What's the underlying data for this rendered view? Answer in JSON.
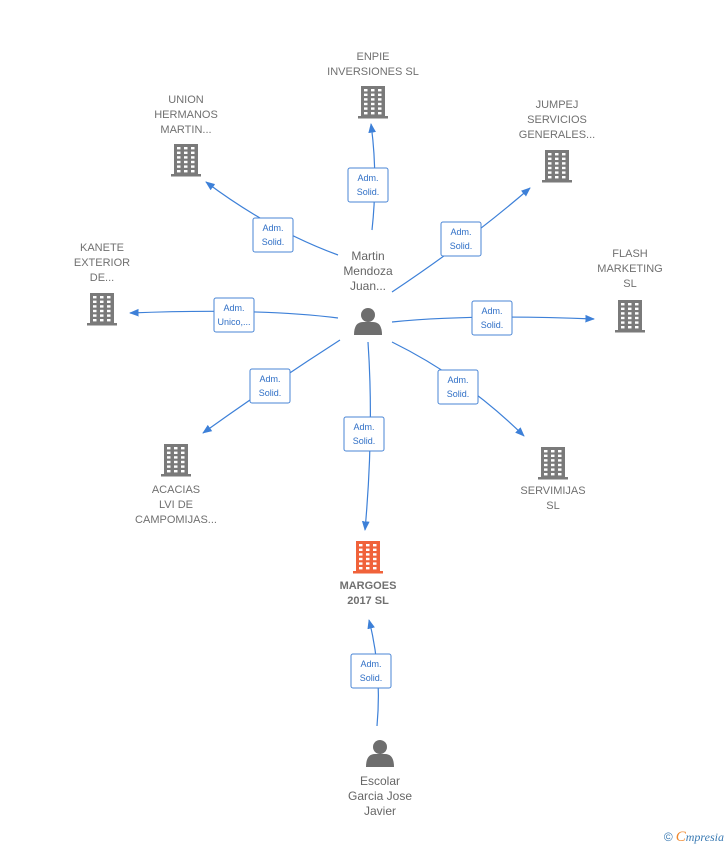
{
  "center": {
    "name_lines": [
      "Martin",
      "Mendoza",
      "Juan..."
    ]
  },
  "companies": [
    {
      "id": "enpie",
      "lines": [
        "ENPIE",
        "INVERSIONES SL"
      ],
      "highlight": false
    },
    {
      "id": "union",
      "lines": [
        "UNION",
        "HERMANOS",
        "MARTIN..."
      ],
      "highlight": false
    },
    {
      "id": "jumpej",
      "lines": [
        "JUMPEJ",
        "SERVICIOS",
        "GENERALES..."
      ],
      "highlight": false
    },
    {
      "id": "kanete",
      "lines": [
        "KANETE",
        "EXTERIOR",
        "DE..."
      ],
      "highlight": false
    },
    {
      "id": "flash",
      "lines": [
        "FLASH",
        "MARKETING",
        "SL"
      ],
      "highlight": false
    },
    {
      "id": "acacias",
      "lines": [
        "ACACIAS",
        "LVI DE",
        "CAMPOMIJAS..."
      ],
      "highlight": false
    },
    {
      "id": "servimijas",
      "lines": [
        "SERVIMIJAS",
        "SL"
      ],
      "highlight": false
    },
    {
      "id": "margoes",
      "lines": [
        "MARGOES",
        "2017  SL"
      ],
      "highlight": true
    }
  ],
  "persons": [
    {
      "id": "escolar",
      "lines": [
        "Escolar",
        "Garcia Jose",
        "Javier"
      ]
    }
  ],
  "edges": [
    {
      "id": "to-enpie",
      "label_lines": [
        "Adm.",
        "Solid."
      ]
    },
    {
      "id": "to-union",
      "label_lines": [
        "Adm.",
        "Solid."
      ]
    },
    {
      "id": "to-jumpej",
      "label_lines": [
        "Adm.",
        "Solid."
      ]
    },
    {
      "id": "to-kanete",
      "label_lines": [
        "Adm.",
        "Unico,..."
      ]
    },
    {
      "id": "to-flash",
      "label_lines": [
        "Adm.",
        "Solid."
      ]
    },
    {
      "id": "to-acacias",
      "label_lines": [
        "Adm.",
        "Solid."
      ]
    },
    {
      "id": "to-servimijas",
      "label_lines": [
        "Adm.",
        "Solid."
      ]
    },
    {
      "id": "to-margoes",
      "label_lines": [
        "Adm.",
        "Solid."
      ]
    },
    {
      "id": "escolar-to-margoes",
      "label_lines": [
        "Adm.",
        "Solid."
      ]
    }
  ],
  "colors": {
    "edge": "#3d80d8",
    "building": "#7a7a7a",
    "building_highlight": "#f0623a",
    "person": "#6e6e6e"
  },
  "icons": {
    "company": "building-icon",
    "person": "person-icon"
  },
  "footer": {
    "copyright": "©",
    "brand_initial": "C",
    "brand_rest": "mpresia"
  }
}
